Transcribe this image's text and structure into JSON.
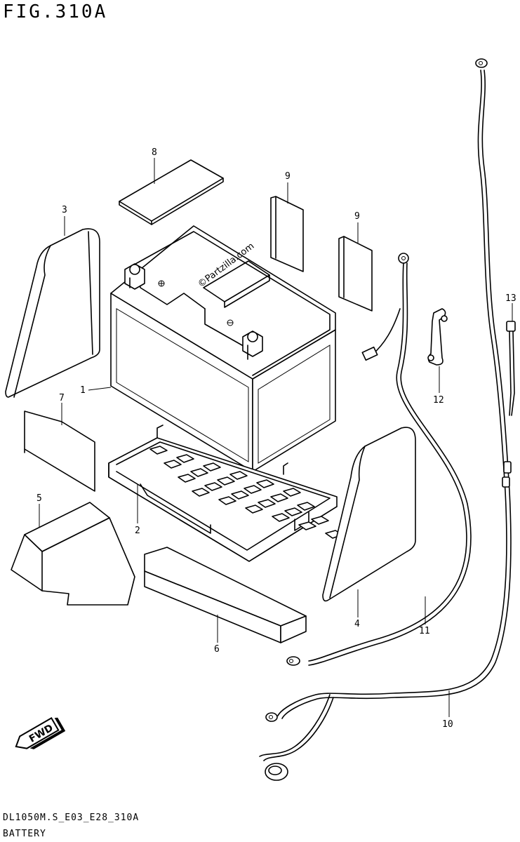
{
  "figure": {
    "title": "FIG.310A",
    "code": "DL1050M.S_E03_E28_310A",
    "name": "BATTERY"
  },
  "watermark": "©Partzilla.com",
  "direction_badge": "FWD",
  "callouts": {
    "c1": "1",
    "c2": "2",
    "c3": "3",
    "c4": "4",
    "c5": "5",
    "c6": "6",
    "c7": "7",
    "c8": "8",
    "c9a": "9",
    "c9b": "9",
    "c10": "10",
    "c11": "11",
    "c12": "12",
    "c13": "13"
  }
}
